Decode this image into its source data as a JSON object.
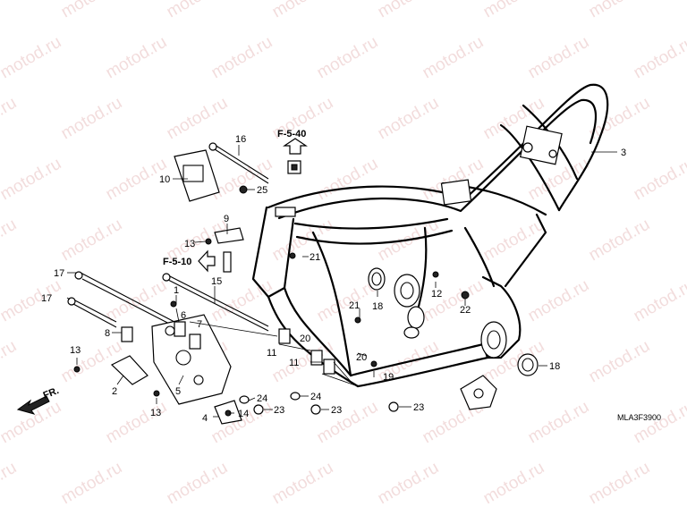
{
  "diagram": {
    "watermark": "motod.ru",
    "code": "MLA3F3900",
    "references": {
      "upper": "F-5-40",
      "left": "F-5-10"
    },
    "direction": "FR.",
    "callouts": [
      "1",
      "2",
      "3",
      "4",
      "5",
      "6",
      "7",
      "8",
      "9",
      "10",
      "11",
      "11",
      "12",
      "13",
      "13",
      "13",
      "14",
      "15",
      "16",
      "17",
      "17",
      "18",
      "18",
      "19",
      "20",
      "20",
      "21",
      "21",
      "22",
      "23",
      "23",
      "23",
      "24",
      "24",
      "25"
    ]
  }
}
